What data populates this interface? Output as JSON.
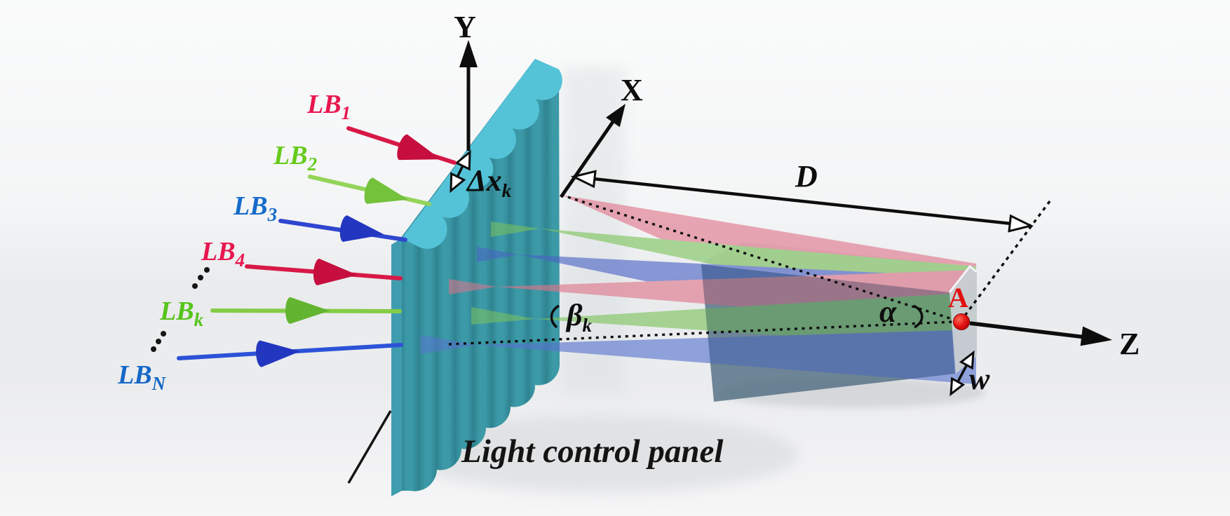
{
  "caption": {
    "text": "Light control panel"
  },
  "axes": {
    "x": "X",
    "y": "Y",
    "z": "Z"
  },
  "beams": [
    {
      "name": "LB1",
      "label_base": "LB",
      "label_sub": "1",
      "label_color": "#e8174f",
      "beam_color": "#d81848",
      "cone_color": "#c60f3e"
    },
    {
      "name": "LB2",
      "label_base": "LB",
      "label_sub": "2",
      "label_color": "#66cb1d",
      "beam_color": "#94d45a",
      "cone_color": "#74c13c"
    },
    {
      "name": "LB3",
      "label_base": "LB",
      "label_sub": "3",
      "label_color": "#156bcb",
      "beam_color": "#2f46cf",
      "cone_color": "#2336c0"
    },
    {
      "name": "LB4",
      "label_base": "LB",
      "label_sub": "4",
      "label_color": "#e8174f",
      "beam_color": "#d81848",
      "cone_color": "#c60f3e"
    },
    {
      "name": "LBk",
      "label_base": "LB",
      "label_sub": "k",
      "label_color": "#56c41a",
      "beam_color": "#85cc46",
      "cone_color": "#63b430"
    },
    {
      "name": "LBN",
      "label_base": "LB",
      "label_sub": "N",
      "label_color": "#1568c8",
      "beam_color": "#2c52d8",
      "cone_color": "#2336c0"
    }
  ],
  "annotations": {
    "pitch_base": "Δx",
    "pitch_sub": "k",
    "beta_base": "β",
    "beta_sub": "k",
    "alpha": "α",
    "distance": "D",
    "width": "w",
    "point_label": "A"
  },
  "colors": {
    "panel_face": "#37929f",
    "panel_top": "#54c3d8",
    "panel_edge": "#409db0",
    "fan_red": "#e0758a",
    "fan_green": "#7cc45c",
    "fan_blue": "#5874cf",
    "fan_blue_dark": "#4a63c6",
    "box_side": "#4d6c80",
    "box_face": "#c7ccd1",
    "box_top": "#d7d4db",
    "point": "#e01010"
  }
}
